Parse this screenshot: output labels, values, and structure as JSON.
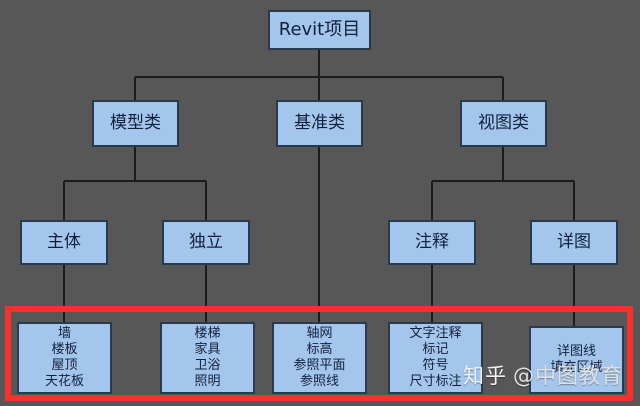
{
  "diagram": {
    "title": "Revit项目",
    "background_color": "#575757",
    "node_fill": "#a4c6ec",
    "node_border": "#2a3a4e",
    "highlight_color": "#f5312e",
    "root": {
      "label": "Revit项目"
    },
    "level2": [
      {
        "label": "模型类"
      },
      {
        "label": "基准类"
      },
      {
        "label": "视图类"
      }
    ],
    "level3": [
      {
        "label": "主体"
      },
      {
        "label": "独立"
      },
      {
        "label": "注释"
      },
      {
        "label": "详图"
      }
    ],
    "leaves": [
      {
        "lines": [
          "墙",
          "楼板",
          "屋顶",
          "天花板"
        ]
      },
      {
        "lines": [
          "楼梯",
          "家具",
          "卫浴",
          "照明"
        ]
      },
      {
        "lines": [
          "轴网",
          "标高",
          "参照平面",
          "参照线"
        ]
      },
      {
        "lines": [
          "文字注释",
          "标记",
          "符号",
          "尺寸标注"
        ]
      },
      {
        "lines": [
          "详图线",
          "填充区域"
        ]
      }
    ]
  },
  "watermark": {
    "site": "知乎",
    "handle": "@中图教育"
  }
}
